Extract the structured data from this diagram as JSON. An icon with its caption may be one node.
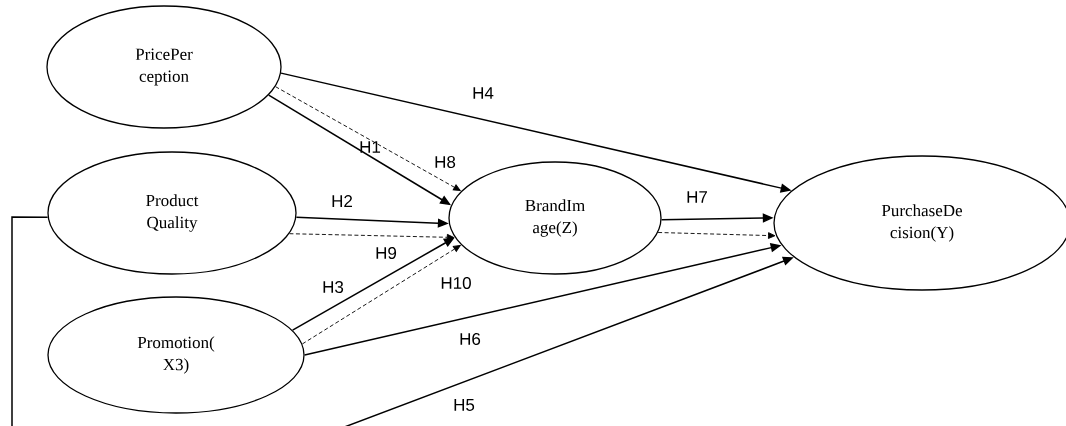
{
  "diagram": {
    "nodes": [
      {
        "text": [
          "PricePer ception"
        ]
      },
      {
        "text": [
          "Product Quality"
        ]
      },
      {
        "text": [
          "Promotion( X3)"
        ]
      },
      {
        "text": [
          "BrandIm age(Z)"
        ]
      },
      {
        "text": [
          "PurchaseDe cision(Y)"
        ]
      }
    ],
    "edges": [
      {
        "from": 0,
        "to": 3,
        "arrow": "to",
        "label": "H1"
      },
      {
        "from": 0,
        "to": 3,
        "arrow": "to",
        "label": "H8",
        "style": "dashed"
      },
      {
        "from": 0,
        "to": 4,
        "arrow": "to",
        "label": "H4"
      },
      {
        "from": 1,
        "to": 3,
        "arrow": "to",
        "label": "H2"
      },
      {
        "from": 1,
        "to": 3,
        "arrow": "to",
        "label": "H9",
        "style": "dashed"
      },
      {
        "from": 2,
        "to": 3,
        "arrow": "to",
        "label": "H3"
      },
      {
        "from": 2,
        "to": 3,
        "arrow": "to",
        "label": "H10",
        "style": "dashed"
      },
      {
        "from": 2,
        "to": 4,
        "arrow": "to",
        "label": "H6"
      },
      {
        "from": 3,
        "to": 4,
        "arrow": "to",
        "label": "H7"
      },
      {
        "from": 3,
        "to": 4,
        "arrow": "to",
        "style": "dashed"
      },
      {
        "from": 1,
        "to": 4,
        "arrow": "to",
        "label": "H5"
      }
    ]
  }
}
